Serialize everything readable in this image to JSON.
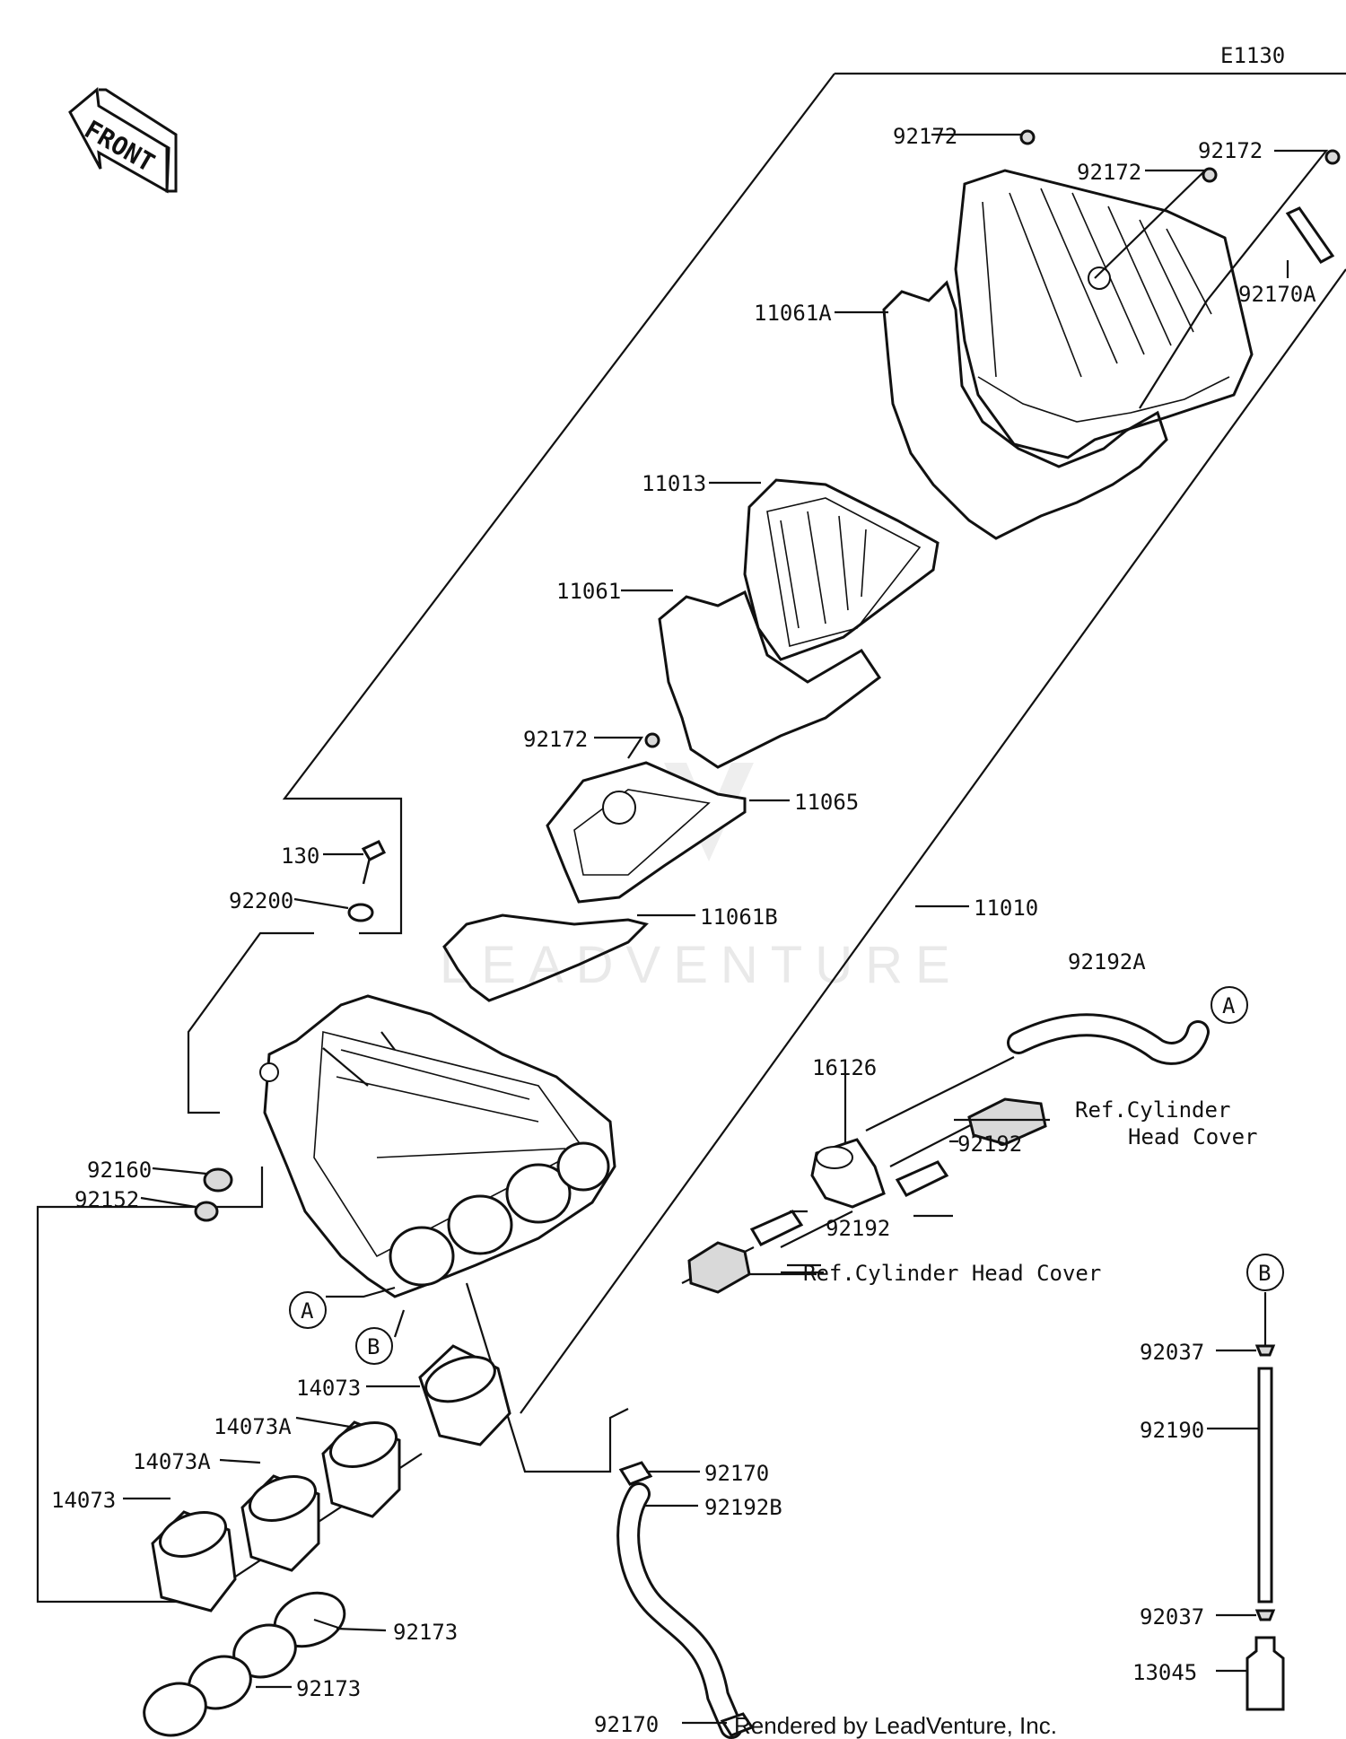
{
  "diagram_code": "E1130",
  "front_label": "FRONT",
  "watermark": "LEADVENTURE",
  "credit": "Rendered by LeadVenture, Inc.",
  "ref_cylinder_head_cover": "Ref.Cylinder Head Cover",
  "ref_line1": "Ref.Cylinder",
  "ref_line2": "Head Cover",
  "circle_a": "A",
  "circle_b": "B",
  "parts": {
    "p92172_top": "92172",
    "p92172_mid": "92172",
    "p92172_right": "92172",
    "p92172_lower": "92172",
    "p92170A": "92170A",
    "p11061A": "11061A",
    "p11013": "11013",
    "p11061": "11061",
    "p11065": "11065",
    "p11061B": "11061B",
    "p11010": "11010",
    "p130": "130",
    "p92200": "92200",
    "p92160": "92160",
    "p92152": "92152",
    "p92192A": "92192A",
    "p16126": "16126",
    "p92192_upper": "92192",
    "p92192_lower": "92192",
    "p14073_upper": "14073",
    "p14073A_upper": "14073A",
    "p14073A_lower": "14073A",
    "p14073_lower": "14073",
    "p92173_upper": "92173",
    "p92173_lower": "92173",
    "p92170_upper": "92170",
    "p92192B": "92192B",
    "p92170_lower": "92170",
    "p92037_upper": "92037",
    "p92190": "92190",
    "p92037_lower": "92037",
    "p13045": "13045"
  }
}
